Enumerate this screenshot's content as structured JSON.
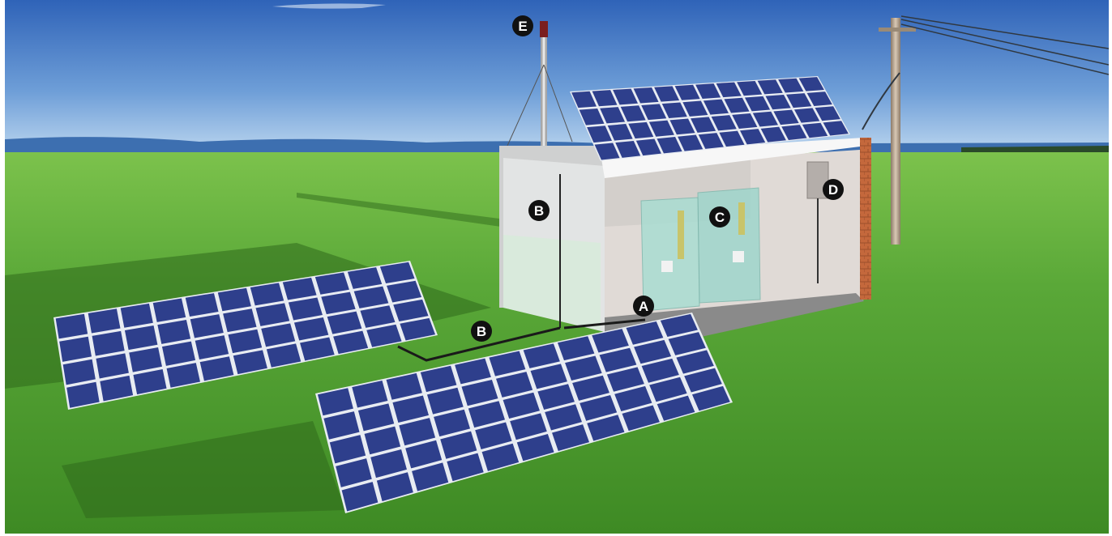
{
  "markers": {
    "a": "A",
    "b1": "B",
    "b2": "B",
    "c": "C",
    "d": "D",
    "e": "E"
  },
  "colors": {
    "sky_top": "#2f63b8",
    "sky_bottom": "#bcd6ef",
    "grass": "#4f9c2f",
    "panel_cell": "#2e3f8c",
    "panel_frame": "#e8ecf2",
    "wall": "#e4e4e4",
    "brick": "#c4683c",
    "marker": "#111111"
  },
  "icons": {
    "solar_panel": "solar-panel-icon",
    "utility_pole": "utility-pole-icon",
    "antenna": "wind-mast-icon"
  }
}
